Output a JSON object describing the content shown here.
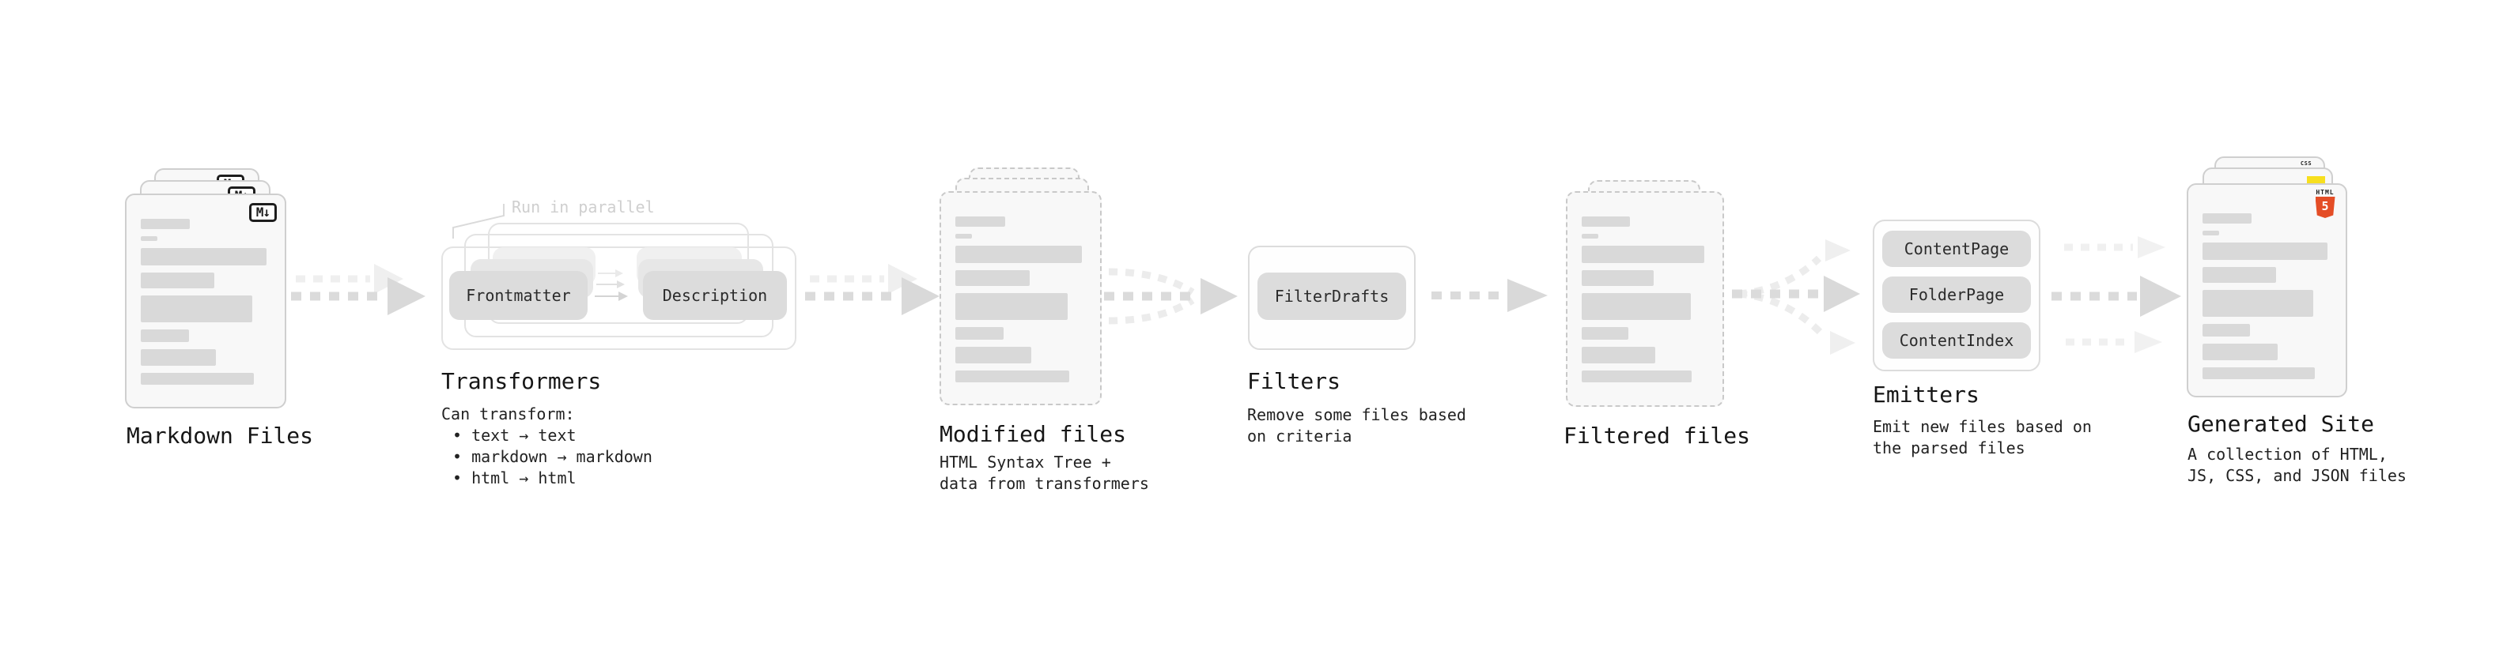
{
  "stages": {
    "markdown": {
      "title": "Markdown Files"
    },
    "transformers": {
      "title": "Transformers",
      "annotation": "Run in parallel",
      "nodes": [
        "Frontmatter",
        "Description"
      ],
      "desc_heading": "Can transform:",
      "bullets": [
        "• text → text",
        "• markdown → markdown",
        "• html → html"
      ]
    },
    "modified": {
      "title": "Modified files",
      "desc_lines": [
        "HTML Syntax Tree +",
        "data from transformers"
      ]
    },
    "filters": {
      "title": "Filters",
      "node": "FilterDrafts",
      "desc_lines": [
        "Remove some files based",
        "on criteria"
      ]
    },
    "filtered": {
      "title": "Filtered files"
    },
    "emitters": {
      "title": "Emitters",
      "nodes": [
        "ContentPage",
        "FolderPage",
        "ContentIndex"
      ],
      "desc_lines": [
        "Emit new files based on",
        "the parsed files"
      ]
    },
    "generated": {
      "title": "Generated Site",
      "desc_lines": [
        "A collection of HTML,",
        "JS, CSS, and JSON files"
      ]
    }
  },
  "icons": {
    "markdown_badge": "M↓",
    "html5_word": "HTML",
    "html5_digit": "5",
    "css_word": "CSS"
  },
  "colors": {
    "html5_orange": "#e44d26",
    "js_yellow": "#f7df1e",
    "css_blue": "#2d5bd1",
    "node_gray": "#dcdcdc",
    "bar_gray": "#d9d9d9",
    "card_border": "#cfcfcf",
    "arrow_main": "#dbdbdb",
    "arrow_ghost": "#ededed",
    "annotation_gray": "#cfcfcf"
  },
  "file_card": {
    "bars": [
      {
        "w": 38,
        "h": 13
      },
      {
        "w": 13,
        "h": 6
      },
      {
        "w": 97,
        "h": 22
      },
      {
        "w": 57,
        "h": 20
      },
      {
        "w": 86,
        "h": 34
      },
      {
        "w": 37,
        "h": 16
      },
      {
        "w": 58,
        "h": 21
      },
      {
        "w": 87,
        "h": 15
      }
    ]
  }
}
